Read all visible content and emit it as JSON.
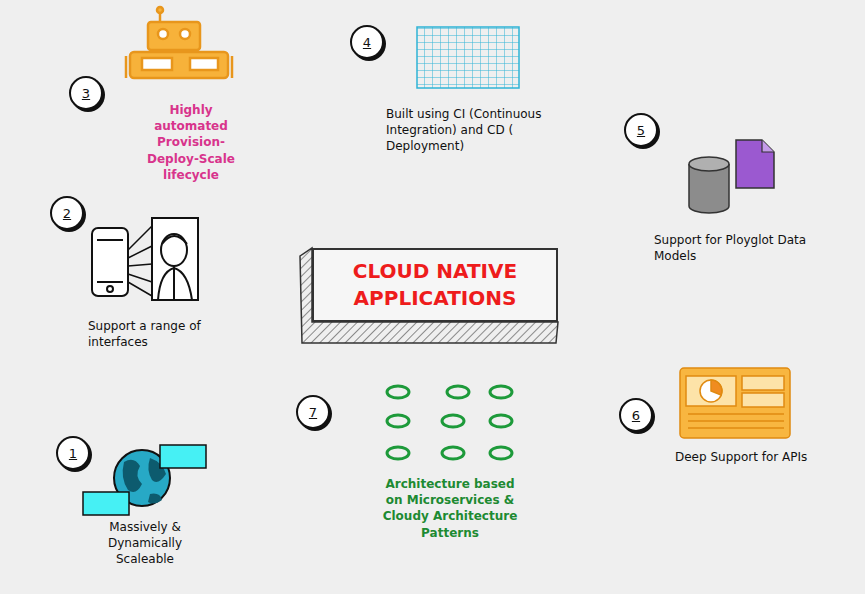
{
  "diagram": {
    "nodes": [
      {
        "text": [
          "CLOUD NATIVE APPLICATIONS"
        ]
      },
      {
        "text": [
          "1"
        ]
      },
      {
        "text": [
          "2"
        ]
      },
      {
        "text": [
          "3"
        ]
      },
      {
        "text": [
          "4"
        ]
      },
      {
        "text": [
          "5"
        ]
      },
      {
        "text": [
          "6"
        ]
      },
      {
        "text": [
          "7"
        ]
      }
    ],
    "labels": [
      "Massively & Dynamically Scaleable",
      "Support a range of interfaces",
      "Highly automated Provision-Deploy-Scale lifecycle",
      "Built using CI (Continuous Integration) and CD ( Deployment)",
      "Support for Ployglot Data Models",
      "Deep Support for APIs",
      "Architecture based on Microservices & Cloudy Architecture Patterns"
    ]
  }
}
